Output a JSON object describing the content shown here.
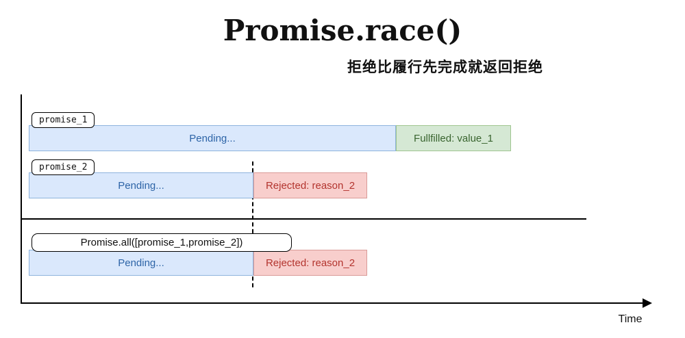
{
  "title": "Promise.race()",
  "subtitle": "拒绝比履行先完成就返回拒绝",
  "axis": {
    "time_label": "Time"
  },
  "colors": {
    "pending_fill": "#dae8fc",
    "pending_text": "#2d64a7",
    "fulfilled_fill": "#d5e8d4",
    "fulfilled_text": "#39642f",
    "rejected_fill": "#f8cecc",
    "rejected_text": "#b3342e"
  },
  "rows": [
    {
      "label": "promise_1",
      "pending_label": "Pending...",
      "result_label": "Fullfilled: value_1",
      "result_type": "fulfilled"
    },
    {
      "label": "promise_2",
      "pending_label": "Pending...",
      "result_label": "Rejected: reason_2",
      "result_type": "rejected"
    },
    {
      "label": "Promise.all([promise_1,promise_2])",
      "pending_label": "Pending...",
      "result_label": "Rejected: reason_2",
      "result_type": "rejected"
    }
  ]
}
